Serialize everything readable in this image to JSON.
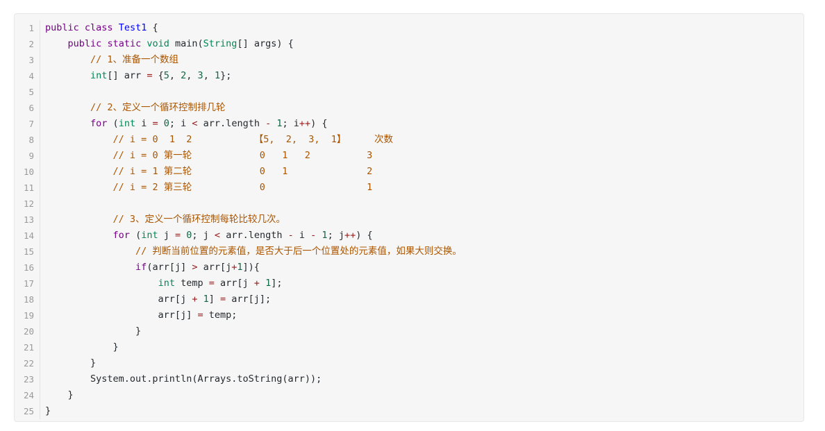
{
  "code_block": {
    "language": "java",
    "line_numbers": [
      "1",
      "2",
      "3",
      "4",
      "5",
      "6",
      "7",
      "8",
      "9",
      "10",
      "11",
      "12",
      "13",
      "14",
      "15",
      "16",
      "17",
      "18",
      "19",
      "20",
      "21",
      "22",
      "23",
      "24",
      "25"
    ],
    "lines": [
      [
        {
          "t": "kw",
          "v": "public"
        },
        {
          "t": "pl",
          "v": " "
        },
        {
          "t": "kw",
          "v": "class"
        },
        {
          "t": "pl",
          "v": " "
        },
        {
          "t": "cl",
          "v": "Test1"
        },
        {
          "t": "pl",
          "v": " {"
        }
      ],
      [
        {
          "t": "pl",
          "v": "    "
        },
        {
          "t": "kw",
          "v": "public"
        },
        {
          "t": "pl",
          "v": " "
        },
        {
          "t": "kw",
          "v": "static"
        },
        {
          "t": "pl",
          "v": " "
        },
        {
          "t": "ty",
          "v": "void"
        },
        {
          "t": "pl",
          "v": " main("
        },
        {
          "t": "ty",
          "v": "String"
        },
        {
          "t": "pl",
          "v": "[] args) {"
        }
      ],
      [
        {
          "t": "pl",
          "v": "        "
        },
        {
          "t": "cm",
          "v": "// 1、准备一个数组"
        }
      ],
      [
        {
          "t": "pl",
          "v": "        "
        },
        {
          "t": "ty",
          "v": "int"
        },
        {
          "t": "pl",
          "v": "[] arr "
        },
        {
          "t": "op",
          "v": "="
        },
        {
          "t": "pl",
          "v": " {"
        },
        {
          "t": "nu",
          "v": "5"
        },
        {
          "t": "pl",
          "v": ", "
        },
        {
          "t": "nu",
          "v": "2"
        },
        {
          "t": "pl",
          "v": ", "
        },
        {
          "t": "nu",
          "v": "3"
        },
        {
          "t": "pl",
          "v": ", "
        },
        {
          "t": "nu",
          "v": "1"
        },
        {
          "t": "pl",
          "v": "};"
        }
      ],
      [
        {
          "t": "pl",
          "v": ""
        }
      ],
      [
        {
          "t": "pl",
          "v": "        "
        },
        {
          "t": "cm",
          "v": "// 2、定义一个循环控制排几轮"
        }
      ],
      [
        {
          "t": "pl",
          "v": "        "
        },
        {
          "t": "kw",
          "v": "for"
        },
        {
          "t": "pl",
          "v": " ("
        },
        {
          "t": "ty",
          "v": "int"
        },
        {
          "t": "pl",
          "v": " i "
        },
        {
          "t": "op",
          "v": "="
        },
        {
          "t": "pl",
          "v": " "
        },
        {
          "t": "nu",
          "v": "0"
        },
        {
          "t": "pl",
          "v": "; i "
        },
        {
          "t": "op",
          "v": "<"
        },
        {
          "t": "pl",
          "v": " arr.length "
        },
        {
          "t": "op",
          "v": "-"
        },
        {
          "t": "pl",
          "v": " "
        },
        {
          "t": "nu",
          "v": "1"
        },
        {
          "t": "pl",
          "v": "; i"
        },
        {
          "t": "op",
          "v": "++"
        },
        {
          "t": "pl",
          "v": ") {"
        }
      ],
      [
        {
          "t": "pl",
          "v": "            "
        },
        {
          "t": "cm",
          "v": "// i = 0  1  2           【5,  2,  3,  1】     次数"
        }
      ],
      [
        {
          "t": "pl",
          "v": "            "
        },
        {
          "t": "cm",
          "v": "// i = 0 第一轮            0   1   2          3"
        }
      ],
      [
        {
          "t": "pl",
          "v": "            "
        },
        {
          "t": "cm",
          "v": "// i = 1 第二轮            0   1              2"
        }
      ],
      [
        {
          "t": "pl",
          "v": "            "
        },
        {
          "t": "cm",
          "v": "// i = 2 第三轮            0                  1"
        }
      ],
      [
        {
          "t": "pl",
          "v": ""
        }
      ],
      [
        {
          "t": "pl",
          "v": "            "
        },
        {
          "t": "cm",
          "v": "// 3、定义一个循环控制每轮比较几次。"
        }
      ],
      [
        {
          "t": "pl",
          "v": "            "
        },
        {
          "t": "kw",
          "v": "for"
        },
        {
          "t": "pl",
          "v": " ("
        },
        {
          "t": "ty",
          "v": "int"
        },
        {
          "t": "pl",
          "v": " j "
        },
        {
          "t": "op",
          "v": "="
        },
        {
          "t": "pl",
          "v": " "
        },
        {
          "t": "nu",
          "v": "0"
        },
        {
          "t": "pl",
          "v": "; j "
        },
        {
          "t": "op",
          "v": "<"
        },
        {
          "t": "pl",
          "v": " arr.length "
        },
        {
          "t": "op",
          "v": "-"
        },
        {
          "t": "pl",
          "v": " i "
        },
        {
          "t": "op",
          "v": "-"
        },
        {
          "t": "pl",
          "v": " "
        },
        {
          "t": "nu",
          "v": "1"
        },
        {
          "t": "pl",
          "v": "; j"
        },
        {
          "t": "op",
          "v": "++"
        },
        {
          "t": "pl",
          "v": ") {"
        }
      ],
      [
        {
          "t": "pl",
          "v": "                "
        },
        {
          "t": "cm",
          "v": "// 判断当前位置的元素值，是否大于后一个位置处的元素值，如果大则交换。"
        }
      ],
      [
        {
          "t": "pl",
          "v": "                "
        },
        {
          "t": "kw",
          "v": "if"
        },
        {
          "t": "pl",
          "v": "(arr[j] "
        },
        {
          "t": "op",
          "v": ">"
        },
        {
          "t": "pl",
          "v": " arr[j"
        },
        {
          "t": "op",
          "v": "+"
        },
        {
          "t": "nu",
          "v": "1"
        },
        {
          "t": "pl",
          "v": "]){"
        }
      ],
      [
        {
          "t": "pl",
          "v": "                    "
        },
        {
          "t": "ty",
          "v": "int"
        },
        {
          "t": "pl",
          "v": " temp "
        },
        {
          "t": "op",
          "v": "="
        },
        {
          "t": "pl",
          "v": " arr[j "
        },
        {
          "t": "op",
          "v": "+"
        },
        {
          "t": "pl",
          "v": " "
        },
        {
          "t": "nu",
          "v": "1"
        },
        {
          "t": "pl",
          "v": "];"
        }
      ],
      [
        {
          "t": "pl",
          "v": "                    arr[j "
        },
        {
          "t": "op",
          "v": "+"
        },
        {
          "t": "pl",
          "v": " "
        },
        {
          "t": "nu",
          "v": "1"
        },
        {
          "t": "pl",
          "v": "] "
        },
        {
          "t": "op",
          "v": "="
        },
        {
          "t": "pl",
          "v": " arr[j];"
        }
      ],
      [
        {
          "t": "pl",
          "v": "                    arr[j] "
        },
        {
          "t": "op",
          "v": "="
        },
        {
          "t": "pl",
          "v": " temp;"
        }
      ],
      [
        {
          "t": "pl",
          "v": "                }"
        }
      ],
      [
        {
          "t": "pl",
          "v": "            }"
        }
      ],
      [
        {
          "t": "pl",
          "v": "        }"
        }
      ],
      [
        {
          "t": "pl",
          "v": "        System.out.println(Arrays.toString(arr));"
        }
      ],
      [
        {
          "t": "pl",
          "v": "    }"
        }
      ],
      [
        {
          "t": "pl",
          "v": "}"
        }
      ]
    ]
  }
}
